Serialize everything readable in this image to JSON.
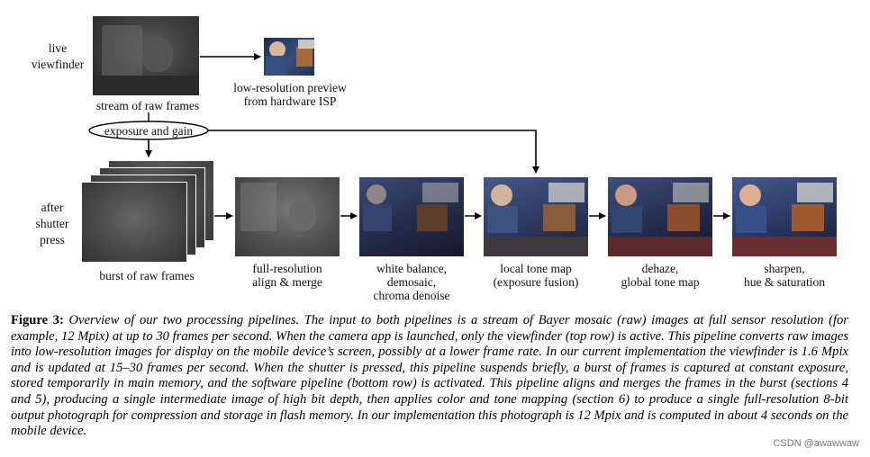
{
  "diagram": {
    "live_label": [
      "live",
      "viewfinder"
    ],
    "after_label": [
      "after",
      "shutter",
      "press"
    ],
    "stream_label": "stream of raw frames",
    "preview_label": [
      "low-resolution preview",
      "from hardware ISP"
    ],
    "exposure_label": "exposure and gain",
    "burst_label": "burst of raw frames",
    "stages": [
      {
        "name": "align-merge",
        "lines": [
          "full-resolution",
          "align & merge"
        ]
      },
      {
        "name": "white-balance",
        "lines": [
          "white balance,",
          "demosaic,",
          "chroma denoise"
        ]
      },
      {
        "name": "local-tone-map",
        "lines": [
          "local tone map",
          "(exposure fusion)"
        ]
      },
      {
        "name": "dehaze",
        "lines": [
          "dehaze,",
          "global tone map"
        ]
      },
      {
        "name": "sharpen",
        "lines": [
          "sharpen,",
          "hue & saturation"
        ]
      }
    ]
  },
  "caption": {
    "label": "Figure 3:",
    "text": "Overview of our two processing pipelines. The input to both pipelines is a stream of Bayer mosaic (raw) images at full sensor resolution (for example, 12 Mpix) at up to 30 frames per second. When the camera app is launched, only the viewfinder (top row) is active. This pipeline converts raw images into low-resolution images for display on the mobile device’s screen, possibly at a lower frame rate. In our current implementation the viewfinder is 1.6 Mpix and is updated at 15–30 frames per second. When the shutter is pressed, this pipeline suspends briefly, a burst of frames is captured at constant exposure, stored temporarily in main memory, and the software pipeline (bottom row) is activated. This pipeline aligns and merges the frames in the burst (sections 4 and 5), producing a single intermediate image of high bit depth, then applies color and tone mapping (section 6) to produce a single full-resolution 8-bit output photograph for compression and storage in flash memory. In our implementation this photograph is 12 Mpix and is computed in about 4 seconds on the mobile device."
  },
  "watermark": "CSDN @awawwaw"
}
